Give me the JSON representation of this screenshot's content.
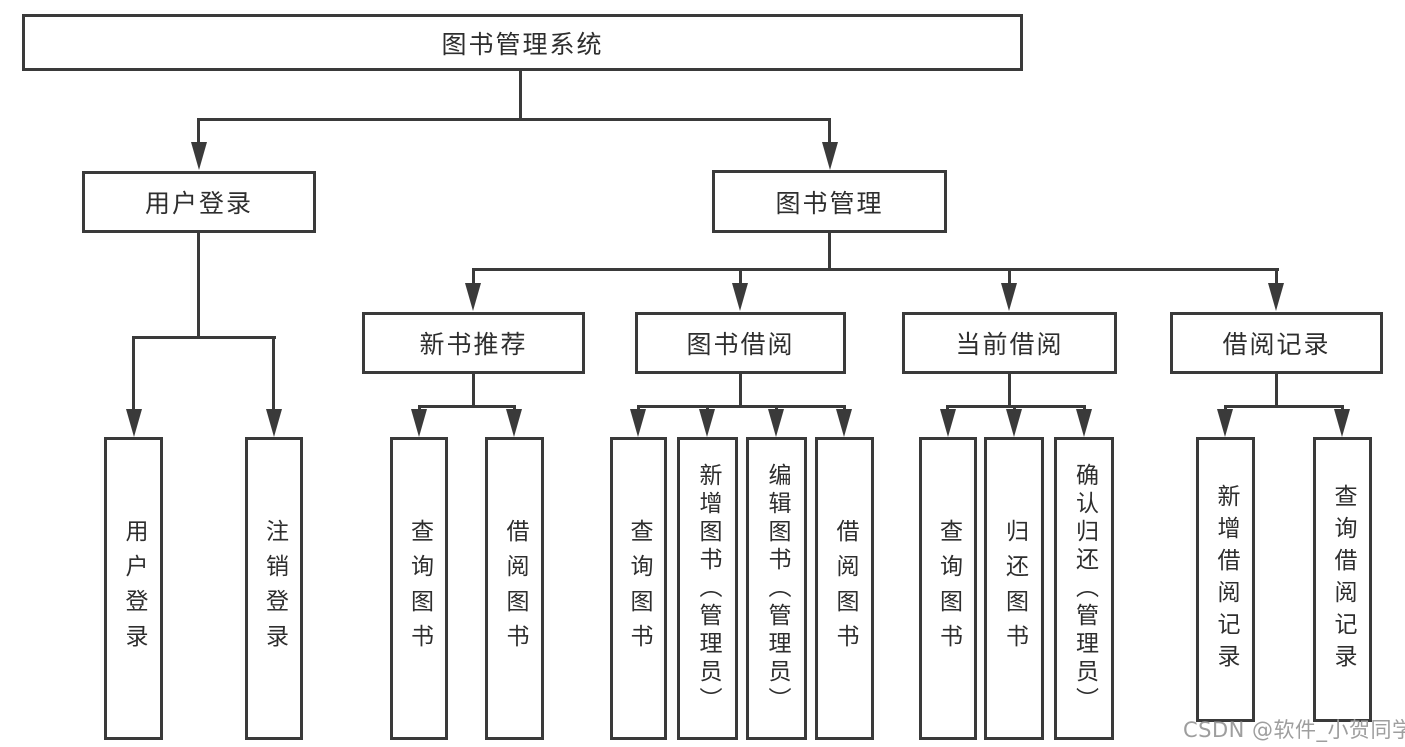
{
  "colors": {
    "line": "#3a3a3a",
    "text": "#2e2e2e",
    "watermark": "#9e9e9e",
    "bg": "#ffffff"
  },
  "watermark": {
    "text": "CSDN @软件_小贺同学"
  },
  "diagram": {
    "type": "org-tree",
    "root": {
      "label": "图书管理系统",
      "children": [
        {
          "label": "用户登录",
          "children": [
            {
              "label": "用户登录"
            },
            {
              "label": "注销登录"
            }
          ]
        },
        {
          "label": "图书管理",
          "children": [
            {
              "label": "新书推荐",
              "children": [
                {
                  "label": "查询图书"
                },
                {
                  "label": "借阅图书"
                }
              ]
            },
            {
              "label": "图书借阅",
              "children": [
                {
                  "label": "查询图书"
                },
                {
                  "label": "新增图书（管理员）"
                },
                {
                  "label": "编辑图书（管理员）"
                },
                {
                  "label": "借阅图书"
                }
              ]
            },
            {
              "label": "当前借阅",
              "children": [
                {
                  "label": "查询图书"
                },
                {
                  "label": "归还图书"
                },
                {
                  "label": "确认归还（管理员）"
                }
              ]
            },
            {
              "label": "借阅记录",
              "children": [
                {
                  "label": "新增借阅记录"
                },
                {
                  "label": "查询借阅记录"
                }
              ]
            }
          ]
        }
      ]
    }
  }
}
